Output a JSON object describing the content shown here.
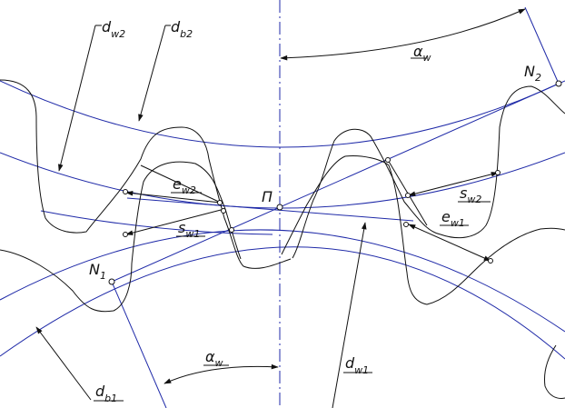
{
  "labels": {
    "dw2": {
      "main": "d",
      "sub": "w2"
    },
    "db2": {
      "main": "d",
      "sub": "b2"
    },
    "alpha_w_top": {
      "main": "α",
      "sub": "w"
    },
    "N2": {
      "main": "N",
      "sub": "2"
    },
    "ew2": {
      "main": "e",
      "sub": "w2"
    },
    "P": {
      "main": "П"
    },
    "sw2": {
      "main": "s",
      "sub": "w2"
    },
    "sw1": {
      "main": "s",
      "sub": "w1"
    },
    "ew1": {
      "main": "e",
      "sub": "w1"
    },
    "N1": {
      "main": "N",
      "sub": "1"
    },
    "alpha_w_bottom": {
      "main": "α",
      "sub": "w"
    },
    "dw1": {
      "main": "d",
      "sub": "w1"
    },
    "db1": {
      "main": "d",
      "sub": "b1"
    }
  },
  "colors": {
    "circles": "#1f2aa8",
    "profiles": "#111111",
    "background": "#ffffff"
  }
}
